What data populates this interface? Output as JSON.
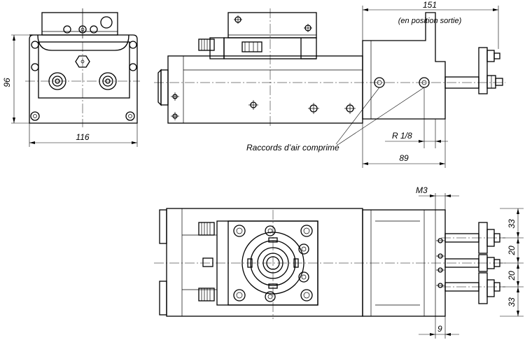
{
  "dimensions": {
    "front_height": "96",
    "front_width": "116",
    "stroke_length": "151",
    "stroke_note": "(en position sortie)",
    "thread": "R 1/8",
    "body_offset": "89",
    "thread_m": "M3",
    "flange_thickness": "9",
    "pitch_top": "33",
    "pitch_mid_upper": "20",
    "pitch_mid_lower": "20",
    "pitch_bottom": "33"
  },
  "labels": {
    "air_connections": "Raccords d’air comprimé"
  }
}
